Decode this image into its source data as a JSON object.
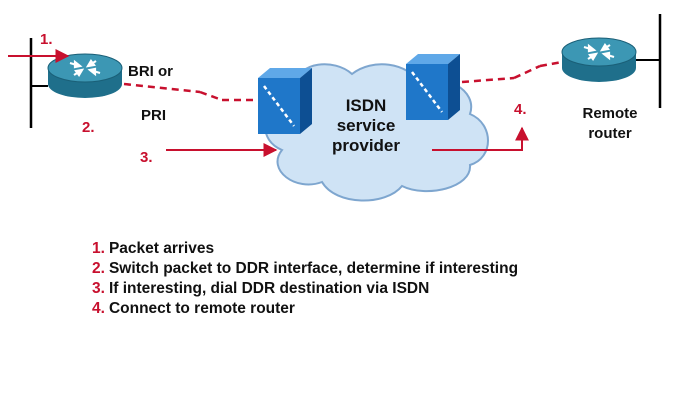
{
  "colors": {
    "accent_red": "#c8102e",
    "router_blue": "#2f86a3",
    "switch_blue": "#1f77c9",
    "cloud_fill": "#cfe3f5",
    "cloud_stroke": "#7ea6cf"
  },
  "labels": {
    "bri_or": "BRI or",
    "pri": "PRI",
    "isdn": "ISDN",
    "service": "service",
    "provider": "provider",
    "remote": "Remote",
    "router": "router"
  },
  "steps": {
    "s1": "1.",
    "s2": "2.",
    "s3": "3.",
    "s4": "4."
  },
  "legend": [
    {
      "num": "1.",
      "text": "Packet arrives"
    },
    {
      "num": "2.",
      "text": "Switch packet to DDR interface, determine if interesting"
    },
    {
      "num": "3.",
      "text": "If interesting, dial DDR destination via ISDN"
    },
    {
      "num": "4.",
      "text": "Connect to remote router"
    }
  ],
  "icons": [
    "router-icon",
    "isdn-switch-icon",
    "cloud-icon"
  ]
}
